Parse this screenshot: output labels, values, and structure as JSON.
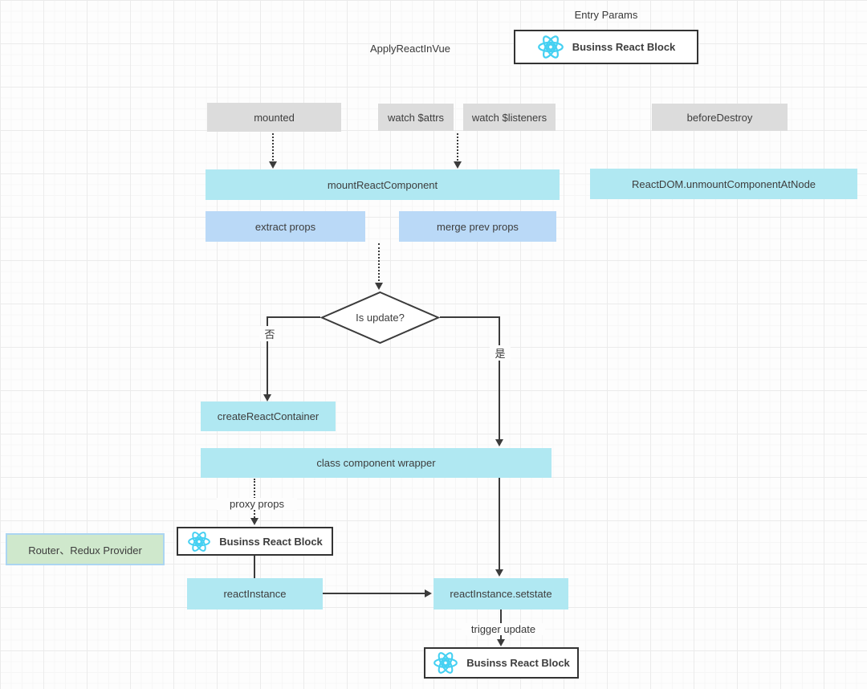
{
  "diagram": {
    "title_labels": {
      "entry_params": "Entry Params",
      "apply_react_in_vue": "ApplyReactInVue"
    },
    "nodes": {
      "react_block_top": {
        "label": "Businss React Block",
        "icon": "react-logo"
      },
      "mounted": {
        "label": "mounted"
      },
      "watch_attrs": {
        "label": "watch $attrs"
      },
      "watch_listeners": {
        "label": "watch $listeners"
      },
      "before_destroy": {
        "label": "beforeDestroy"
      },
      "mount_react_component": {
        "label": "mountReactComponent"
      },
      "react_dom_unmount": {
        "label": "ReactDOM.unmountComponentAtNode"
      },
      "extract_props": {
        "label": "extract props"
      },
      "merge_prev_props": {
        "label": "merge prev props"
      },
      "is_update": {
        "label": "Is update?"
      },
      "create_react_container": {
        "label": "createReactContainer"
      },
      "class_component_wrapper": {
        "label": "class component wrapper"
      },
      "react_block_middle": {
        "label": "Businss React Block",
        "icon": "react-logo"
      },
      "router_redux_provider": {
        "label": "Router、Redux Provider"
      },
      "react_instance": {
        "label": "reactInstance"
      },
      "react_instance_setstate": {
        "label": "reactInstance.setstate"
      },
      "react_block_bottom": {
        "label": "Businss React Block",
        "icon": "react-logo"
      }
    },
    "edge_labels": {
      "branch_no": "否",
      "branch_yes": "是",
      "proxy_props": "proxy props",
      "trigger_update": "trigger update"
    },
    "colors": {
      "cyan_node": "#b0e8f2",
      "blue_node": "#bad9f7",
      "gray_node": "#dcdcdc",
      "green_node_fill": "#cfe8cc",
      "green_node_border": "#abd5f1",
      "outline_node_border": "#333333",
      "react_logo": "#45d0f2",
      "connector": "#3b3b3b",
      "text": "#3d3d3d",
      "grid_major": "#ebebeb",
      "grid_minor": "#f6f6f6"
    }
  }
}
